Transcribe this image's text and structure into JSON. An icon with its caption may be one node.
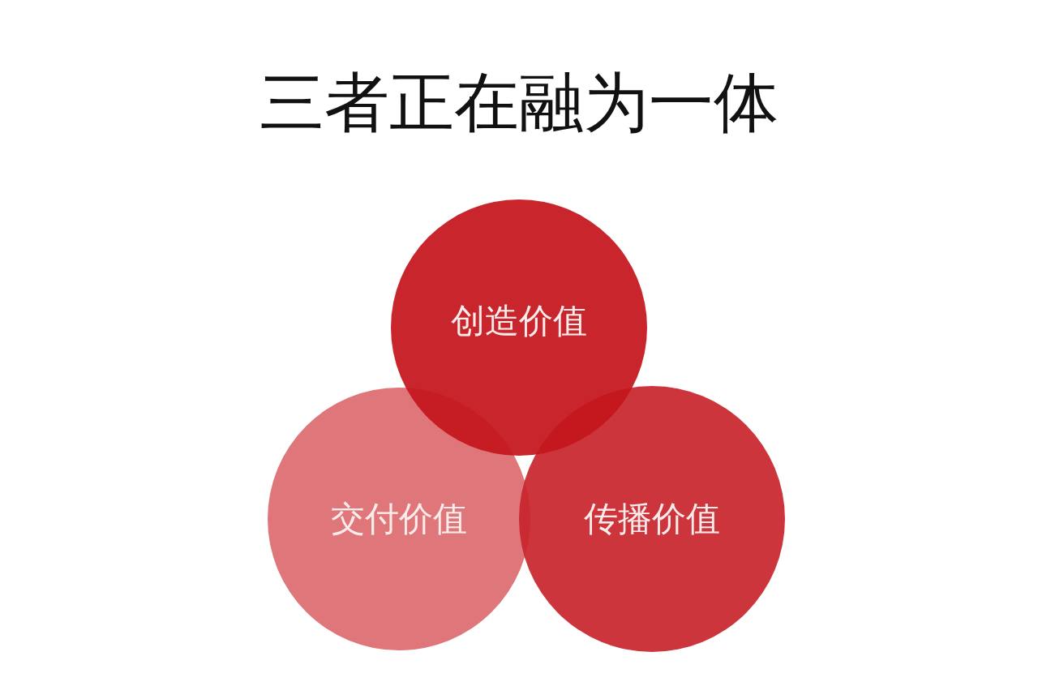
{
  "diagram": {
    "title": "三者正在融为一体",
    "nodes": [
      {
        "text": [
          "创造价值"
        ]
      },
      {
        "text": [
          "交付价值"
        ]
      },
      {
        "text": [
          "传播价值"
        ]
      }
    ]
  }
}
